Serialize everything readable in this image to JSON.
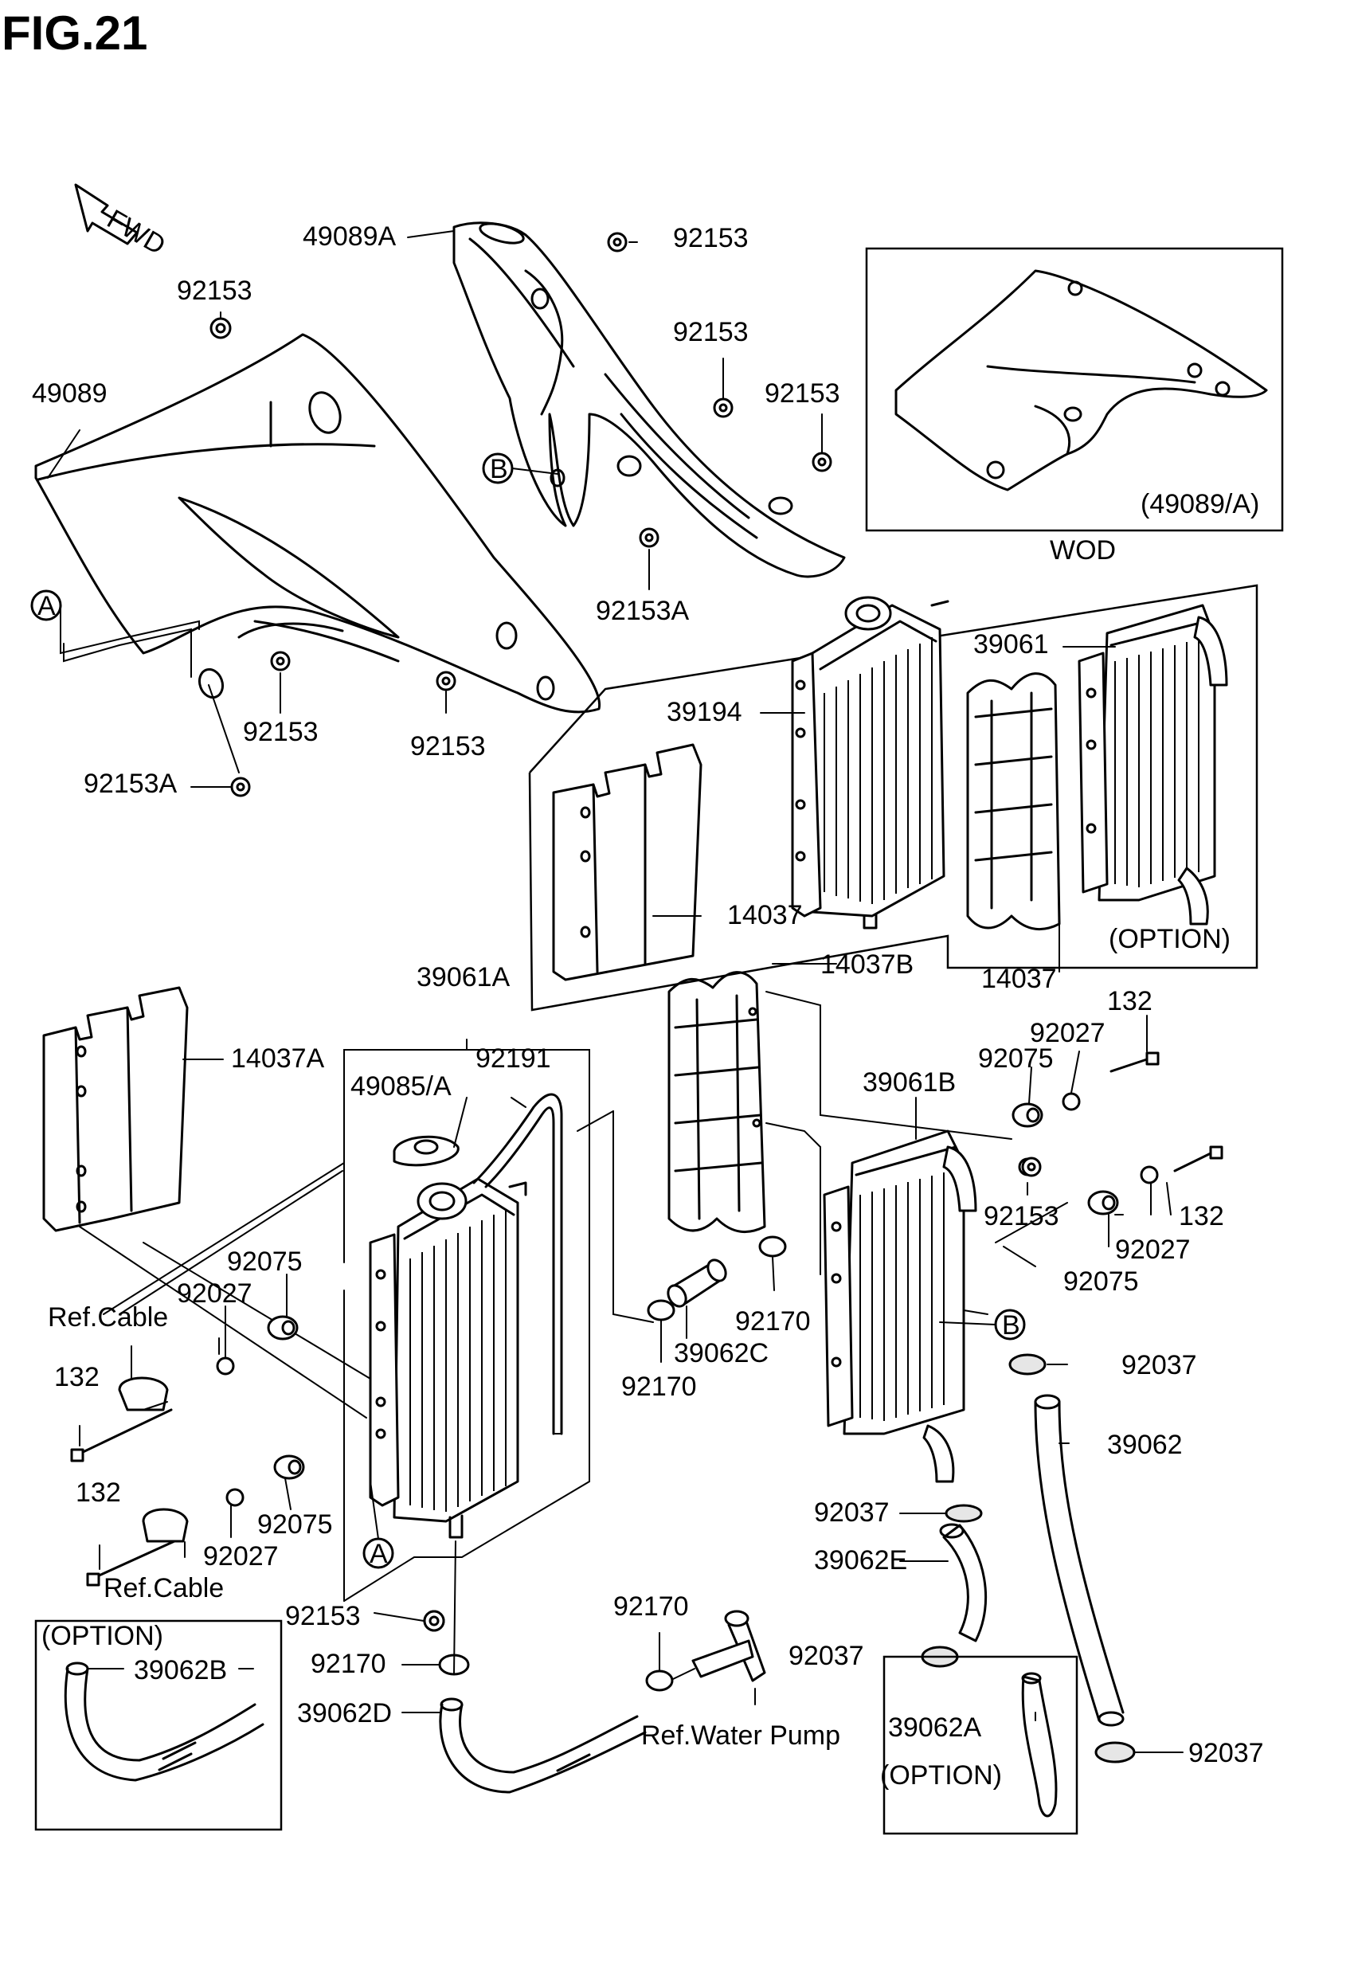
{
  "figure": {
    "title": "FIG.21",
    "fwd_label": "FWD",
    "wod_label": "WOD",
    "wod_box_ref": "(49089/A)"
  },
  "labels": [
    {
      "id": "49089A",
      "text": "49089A"
    },
    {
      "id": "92153-t1",
      "text": "92153"
    },
    {
      "id": "92153-t2",
      "text": "92153"
    },
    {
      "id": "92153-t3",
      "text": "92153"
    },
    {
      "id": "92153-t4",
      "text": "92153"
    },
    {
      "id": "49089",
      "text": "49089"
    },
    {
      "id": "92153A-1",
      "text": "92153A"
    },
    {
      "id": "92153-m1",
      "text": "92153"
    },
    {
      "id": "92153-m2",
      "text": "92153"
    },
    {
      "id": "92153A-2",
      "text": "92153A"
    },
    {
      "id": "39194",
      "text": "39194"
    },
    {
      "id": "39061",
      "text": "39061"
    },
    {
      "id": "14037-a",
      "text": "14037"
    },
    {
      "id": "14037-b",
      "text": "14037"
    },
    {
      "id": "option-1",
      "text": "(OPTION)"
    },
    {
      "id": "39061A",
      "text": "39061A"
    },
    {
      "id": "14037B",
      "text": "14037B"
    },
    {
      "id": "14037A",
      "text": "14037A"
    },
    {
      "id": "49085A",
      "text": "49085/A"
    },
    {
      "id": "92191",
      "text": "92191"
    },
    {
      "id": "39061B",
      "text": "39061B"
    },
    {
      "id": "132-a",
      "text": "132"
    },
    {
      "id": "92027-a",
      "text": "92027"
    },
    {
      "id": "92075-a",
      "text": "92075"
    },
    {
      "id": "92075-b",
      "text": "92075"
    },
    {
      "id": "92027-b",
      "text": "92027"
    },
    {
      "id": "refcable-1",
      "text": "Ref.Cable"
    },
    {
      "id": "132-b",
      "text": "132"
    },
    {
      "id": "92153-r1",
      "text": "92153"
    },
    {
      "id": "132-c",
      "text": "132"
    },
    {
      "id": "92027-c",
      "text": "92027"
    },
    {
      "id": "92075-c",
      "text": "92075"
    },
    {
      "id": "92170-a",
      "text": "92170"
    },
    {
      "id": "39062C",
      "text": "39062C"
    },
    {
      "id": "92170-b",
      "text": "92170"
    },
    {
      "id": "92037-a",
      "text": "92037"
    },
    {
      "id": "39062",
      "text": "39062"
    },
    {
      "id": "132-d",
      "text": "132"
    },
    {
      "id": "92027-d",
      "text": "92027"
    },
    {
      "id": "92075-d",
      "text": "92075"
    },
    {
      "id": "refcable-2",
      "text": "Ref.Cable"
    },
    {
      "id": "92153-b1",
      "text": "92153"
    },
    {
      "id": "92037-b",
      "text": "92037"
    },
    {
      "id": "39062E",
      "text": "39062E"
    },
    {
      "id": "option-2",
      "text": "(OPTION)"
    },
    {
      "id": "39062B",
      "text": "39062B"
    },
    {
      "id": "92170-c",
      "text": "92170"
    },
    {
      "id": "92170-d",
      "text": "92170"
    },
    {
      "id": "39062D",
      "text": "39062D"
    },
    {
      "id": "refwaterpump",
      "text": "Ref.Water Pump"
    },
    {
      "id": "92037-c",
      "text": "92037"
    },
    {
      "id": "39062A",
      "text": "39062A"
    },
    {
      "id": "option-3",
      "text": "(OPTION)"
    },
    {
      "id": "92037-d",
      "text": "92037"
    }
  ],
  "callouts": [
    {
      "id": "callout-a-top",
      "letter": "A"
    },
    {
      "id": "callout-b-top",
      "letter": "B"
    },
    {
      "id": "callout-a-bottom",
      "letter": "A"
    },
    {
      "id": "callout-b-right",
      "letter": "B"
    }
  ]
}
